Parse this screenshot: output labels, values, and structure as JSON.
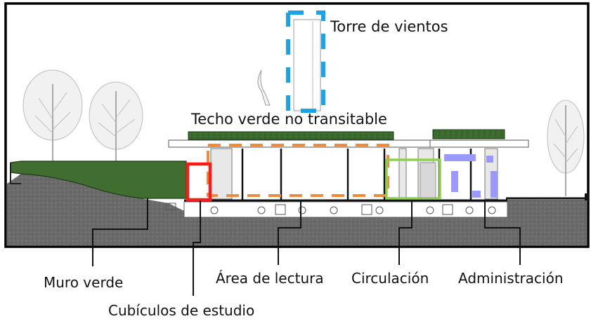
{
  "labels": {
    "wind_tower": "Torre de vientos",
    "green_roof": "Techo verde no transitable",
    "green_wall": "Muro verde",
    "study_cubicles": "Cubículos de estudio",
    "reading_area": "Área de lectura",
    "circulation": "Circulación",
    "administration": "Administración"
  },
  "colors": {
    "study_cubicles": "#ff1a1a",
    "reading_area": "#f08a3c",
    "circulation": "#8fd14f",
    "administration": "#9999ff",
    "wind_tower": "#1aa3e8",
    "green_roof": "#3a6b2e",
    "ground": "#6e6e6e"
  }
}
